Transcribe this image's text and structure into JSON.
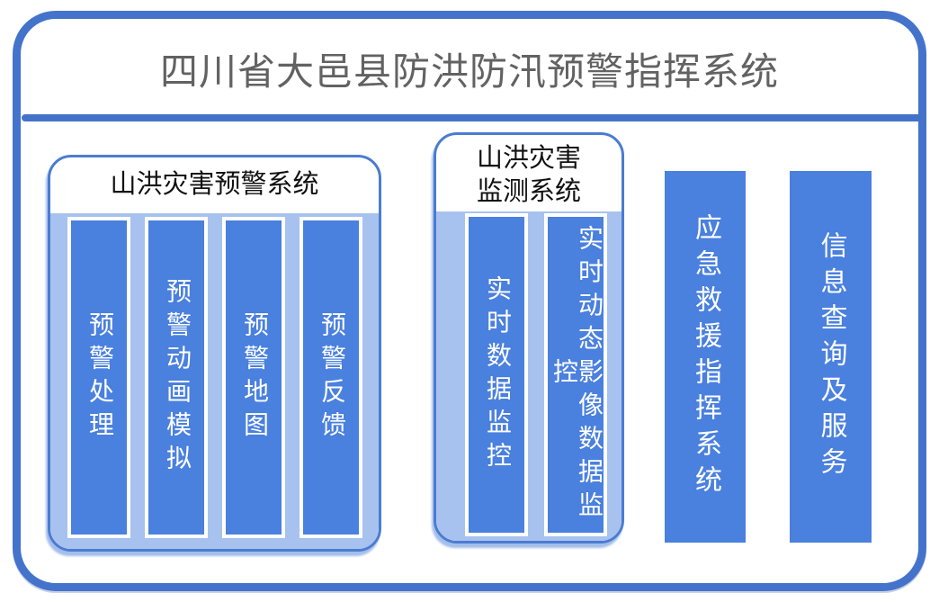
{
  "title": "四川省大邑县防洪防汛预警指挥系统",
  "groups": [
    {
      "title": "山洪灾害预警系统",
      "modules": [
        "预警处理",
        "预警动画模拟",
        "预警地图",
        "预警反馈"
      ]
    },
    {
      "title": "山洪灾害监测系统",
      "title_line1": "山洪灾害",
      "title_line2": "监测系统",
      "modules": [
        "实时数据监控",
        "实时动态影像数据监控"
      ]
    }
  ],
  "standalone_modules": [
    "应急救援指挥系统",
    "信息查询及服务"
  ],
  "colors": {
    "frame_border": "#4473cb",
    "divider": "#4372c9",
    "group_border": "#4a7cd1",
    "group_fill": "#a7c2ee",
    "module_fill": "#4a80de",
    "module_text": "#ffffff",
    "group_title_text": "#111111",
    "main_title_text": "#626262"
  }
}
